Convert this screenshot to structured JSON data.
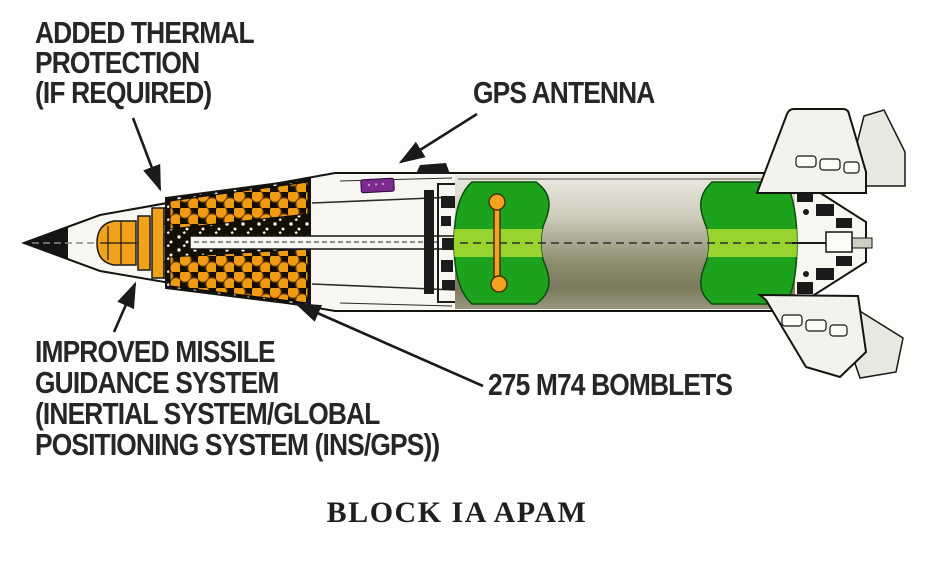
{
  "title": {
    "text": "BLOCK IA APAM"
  },
  "callouts": {
    "thermal_protection": {
      "lines": [
        "ADDED THERMAL",
        "PROTECTION",
        "(IF REQUIRED)"
      ]
    },
    "gps_antenna": {
      "text": "GPS ANTENNA"
    },
    "guidance_system": {
      "lines": [
        "IMPROVED MISSILE",
        "GUIDANCE SYSTEM",
        "(INERTIAL SYSTEM/GLOBAL",
        "POSITIONING SYSTEM (INS/GPS))"
      ]
    },
    "bomblets": {
      "text": "275 M74 BOMBLETS"
    }
  },
  "colors": {
    "label_text": "#262626",
    "outline": "#161616",
    "guidance_orange": "#f2a11b",
    "bomblet_orange": "#ef9c14",
    "igniter_orange": "#f2a320",
    "propellant_green": "#1ca21c",
    "propellant_light_green": "#97d42f",
    "antenna_purple": "#7c2a8f",
    "case_light": "#ebeae3",
    "case_dark": "#7c7a5e",
    "fin_fill": "#f3f2ed",
    "far_fin_fill": "#e9e8e0",
    "hull_fill": "#f7f6f1",
    "background": "#fdfdfb"
  }
}
